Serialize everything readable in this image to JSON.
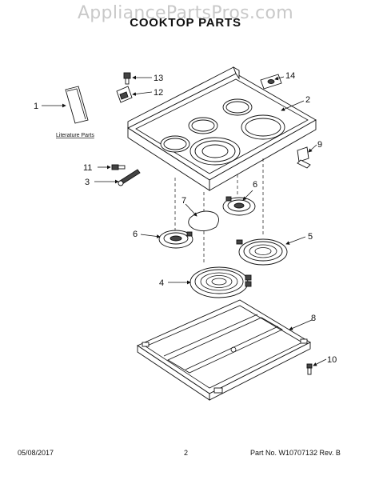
{
  "watermark": "AppliancePartsPros.com",
  "title": "COOKTOP PARTS",
  "literature_label": "Literature Parts",
  "callouts": {
    "c1": "1",
    "c2": "2",
    "c3": "3",
    "c4": "4",
    "c5": "5",
    "c6a": "6",
    "c6b": "6",
    "c7": "7",
    "c8": "8",
    "c9": "9",
    "c10": "10",
    "c11": "11",
    "c12": "12",
    "c13": "13",
    "c14": "14"
  },
  "footer": {
    "date": "05/08/2017",
    "page": "2",
    "part": "Part No.  W10707132  Rev.  B"
  }
}
